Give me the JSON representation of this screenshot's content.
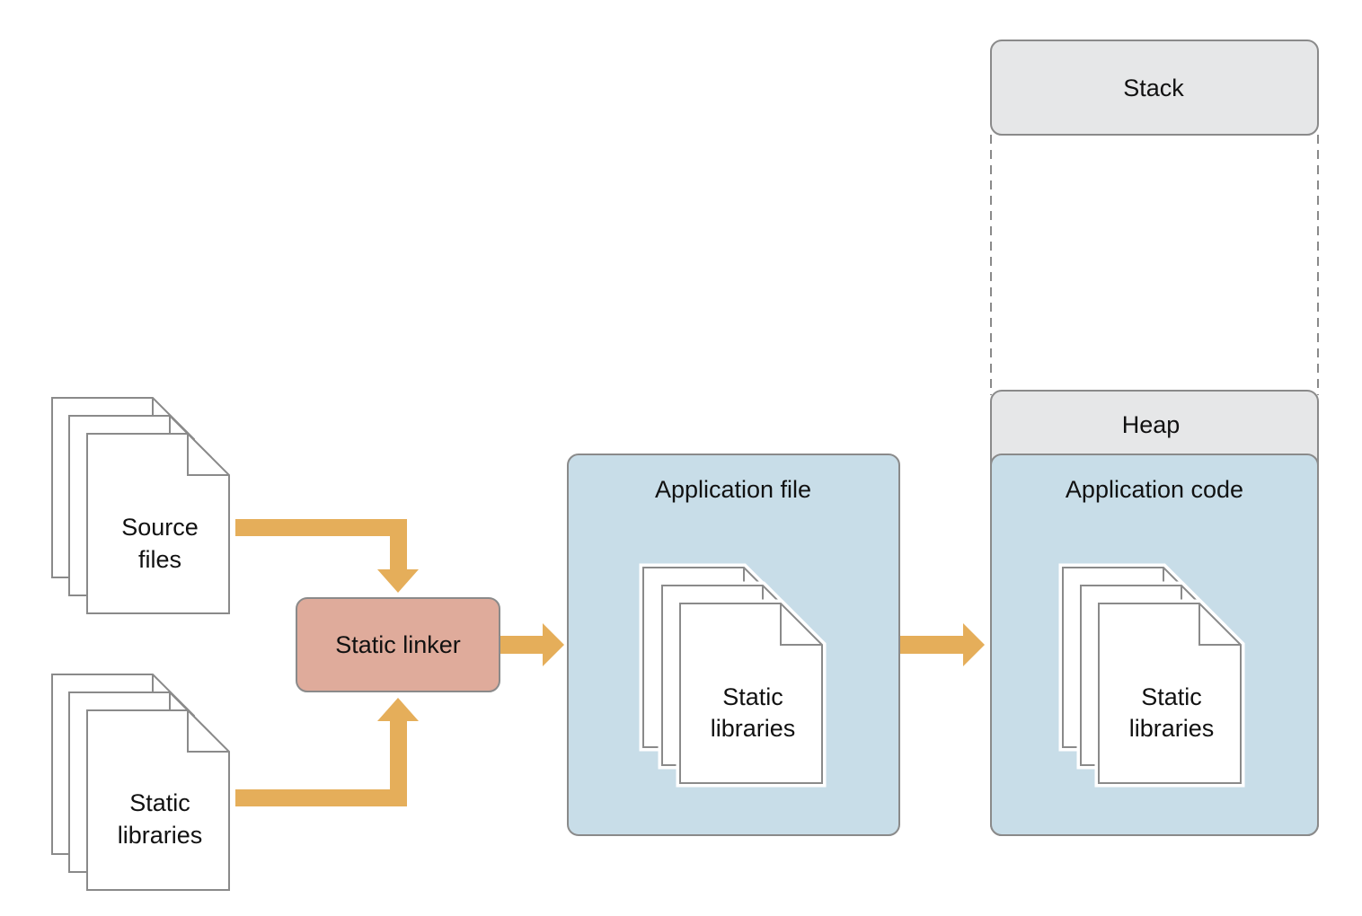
{
  "source_files": {
    "label_line1": "Source",
    "label_line2": "files"
  },
  "static_libraries_input": {
    "label_line1": "Static",
    "label_line2": "libraries"
  },
  "static_linker": {
    "label": "Static linker"
  },
  "application_file": {
    "title": "Application file",
    "inner_label_line1": "Static",
    "inner_label_line2": "libraries"
  },
  "memory": {
    "stack_label": "Stack",
    "heap_label": "Heap",
    "app_code_title": "Application code",
    "inner_label_line1": "Static",
    "inner_label_line2": "libraries"
  },
  "colors": {
    "arrow": "#E5AE5A",
    "linker_fill": "#DFAB9B",
    "app_fill": "#C8DDE8",
    "gray_fill": "#E6E7E8",
    "outline": "#8A8A8A"
  }
}
